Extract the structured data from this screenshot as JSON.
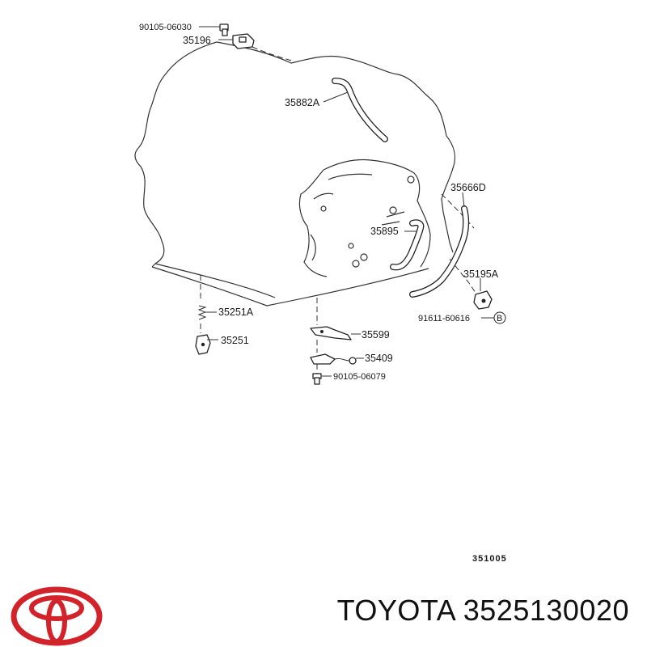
{
  "diagram": {
    "labels": {
      "p1": "90105-06030",
      "p2": "35196",
      "p3": "35882A",
      "p4": "35666D",
      "p5": "35895",
      "p6": "35195A",
      "p7": "91611-60616",
      "p8": "B",
      "p9": "35251A",
      "p10": "35251",
      "p11": "35599",
      "p12": "35409",
      "p13": "90105-06079"
    },
    "figure_code": "351005"
  },
  "footer": {
    "brand": "TOYOTA",
    "part_number": "3525130020",
    "logo_icon": "toyota-logo-icon",
    "brand_color": "#d2232a"
  }
}
